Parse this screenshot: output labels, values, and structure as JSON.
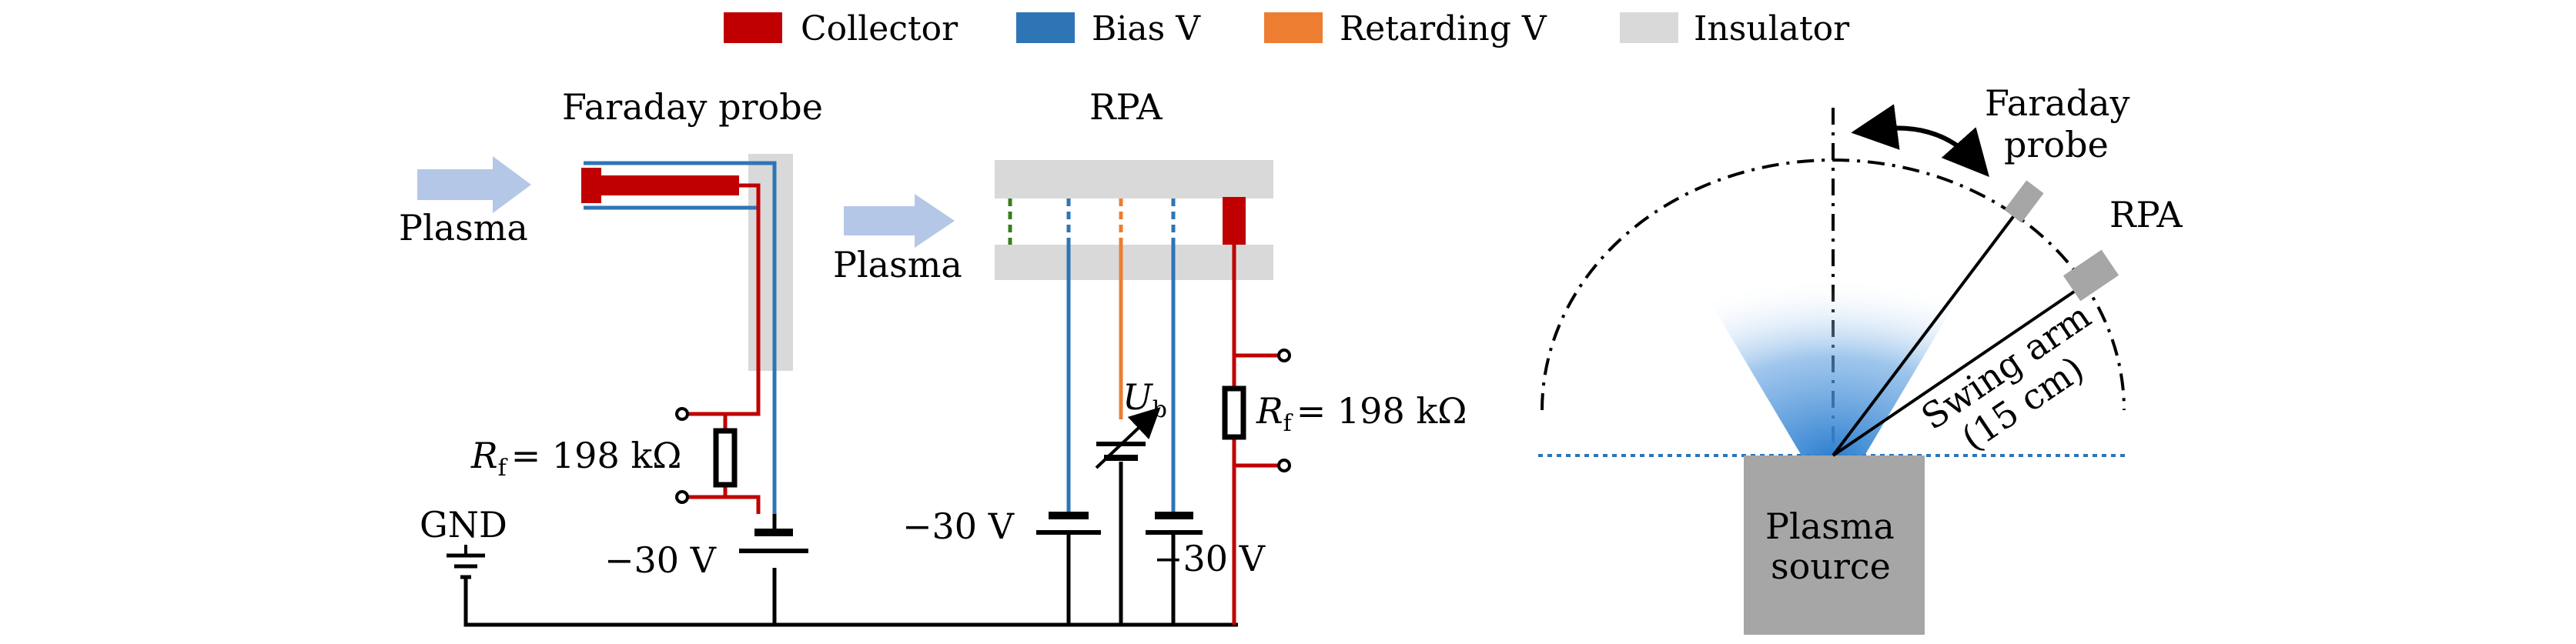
{
  "colors": {
    "collector": "#c00000",
    "bias": "#2e75b6",
    "retarding": "#ed7d31",
    "insulator": "#d9d9d9",
    "plasma_arrow": "#b4c7e7",
    "plasma_source": "#a6a6a6",
    "grid_green": "#3a7d1e",
    "plume": "#2f80d0",
    "probe_gray": "#a6a6a6"
  },
  "legend": {
    "items": [
      {
        "label": "Collector",
        "color": "#c00000"
      },
      {
        "label": "Bias V",
        "color": "#2e75b6"
      },
      {
        "label": "Retarding V",
        "color": "#ed7d31"
      },
      {
        "label": "Insulator",
        "color": "#d9d9d9"
      }
    ]
  },
  "faraday": {
    "title": "Faraday probe",
    "plasma_label": "Plasma",
    "rf_symbol": "R",
    "rf_sub": "f",
    "rf_value": "= 198 kΩ",
    "voltage": "−30 V",
    "gnd": "GND"
  },
  "rpa": {
    "title": "RPA",
    "plasma_label": "Plasma",
    "rf_symbol": "R",
    "rf_sub": "f",
    "rf_value": "= 198 kΩ",
    "ub_symbol": "U",
    "ub_sub": "b",
    "voltage_left": "−30 V",
    "voltage_right": "−30 V"
  },
  "swing": {
    "faraday_line1": "Faraday",
    "faraday_line2": "probe",
    "rpa": "RPA",
    "arm_line1": "Swing arm",
    "arm_line2": "(15 cm)",
    "source_line1": "Plasma",
    "source_line2": "source"
  }
}
